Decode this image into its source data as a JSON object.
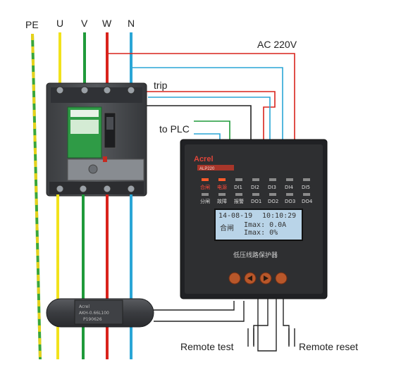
{
  "lines": {
    "pe": "PE",
    "u": "U",
    "v": "V",
    "w": "W",
    "n": "N"
  },
  "labels": {
    "supply": "AC 220V",
    "trip": "trip",
    "plc": "to PLC",
    "remote_test": "Remote test",
    "remote_reset": "Remote reset"
  },
  "device": {
    "brand": "Acrel",
    "model": "ALP220",
    "indicators_top": [
      "合闸",
      "电源",
      "DI1",
      "DI2",
      "DI3",
      "DI4",
      "DI5"
    ],
    "indicators_bottom": [
      "分闸",
      "故障",
      "报警",
      "DO1",
      "DO2",
      "DO3",
      "DO4"
    ],
    "lcd_date": "14-08-19",
    "lcd_time": "10:10:29",
    "lcd_state": "合闸",
    "lcd_row1": "Imax:   0.0A",
    "lcd_row2": "Imax:     0%",
    "product_name": "低压线路保护器"
  },
  "ct": {
    "brand": "Acrel",
    "model": "AKH-0.66L100",
    "serial": "P190626"
  },
  "colors": {
    "pe_yellow": "#e6d21a",
    "pe_green": "#3aa63a",
    "u": "#f2e21c",
    "v": "#1f9a3a",
    "w": "#d9231c",
    "n": "#2aa6d6",
    "panel": "#2e2f31",
    "lcd": "#b9d4e8",
    "button": "#b8572a"
  }
}
